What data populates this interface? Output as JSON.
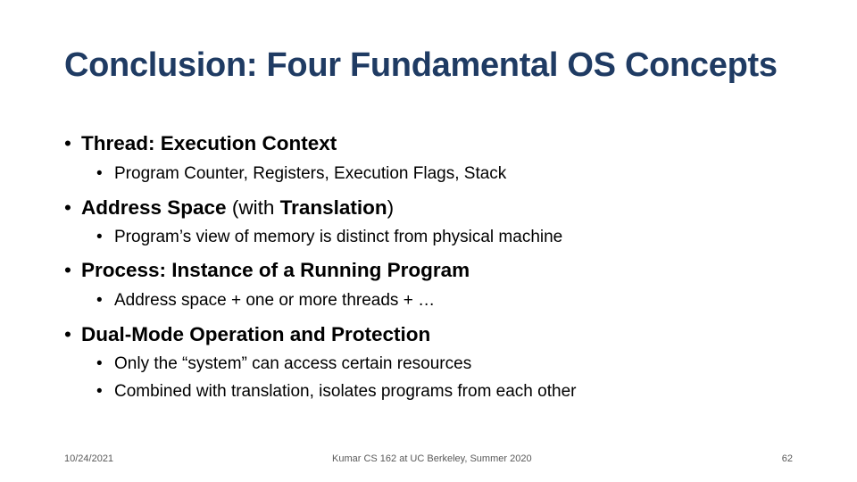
{
  "slide": {
    "title": "Conclusion: Four Fundamental OS Concepts",
    "bullet_glyph": "•",
    "items": [
      {
        "segments": [
          {
            "text": "Thread: Execution Context",
            "bold": true
          }
        ],
        "subitems": [
          "Program Counter, Registers, Execution Flags, Stack"
        ]
      },
      {
        "segments": [
          {
            "text": "Address Space",
            "bold": true
          },
          {
            "text": " (with ",
            "bold": false
          },
          {
            "text": "Translation",
            "bold": true
          },
          {
            "text": ")",
            "bold": false
          }
        ],
        "subitems": [
          "Program’s view of memory is distinct from physical machine"
        ]
      },
      {
        "segments": [
          {
            "text": "Process: Instance of a Running Program",
            "bold": true
          }
        ],
        "subitems": [
          "Address space + one or more threads + …"
        ]
      },
      {
        "segments": [
          {
            "text": "Dual-Mode Operation and Protection",
            "bold": true
          }
        ],
        "subitems": [
          "Only the “system” can access certain resources",
          "Combined with translation, isolates programs from each other"
        ]
      }
    ]
  },
  "footer": {
    "date": "10/24/2021",
    "course": "Kumar CS 162 at UC Berkeley, Summer 2020",
    "page_number": "62"
  },
  "colors": {
    "title": "#1f3b63",
    "body_text": "#000000",
    "footer_text": "#595959"
  }
}
